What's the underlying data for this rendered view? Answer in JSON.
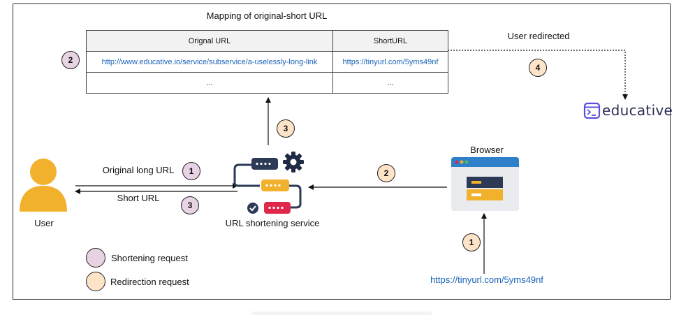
{
  "title": "Mapping of original-short URL",
  "table": {
    "headers": [
      "Orignal URL",
      "ShortURL"
    ],
    "rows": [
      [
        "http://www.educative.io/service/subservice/a-uselessly-long-link",
        "https://tinyurl.com/5yms49nf"
      ],
      [
        "...",
        "..."
      ]
    ]
  },
  "labels": {
    "user_redirected": "User redirected",
    "browser": "Browser",
    "original_long_url": "Original long URL",
    "short_url": "Short URL",
    "user": "User",
    "service": "URL shortening service",
    "browser_url": "https://tinyurl.com/5yms49nf",
    "logo_text": "educative"
  },
  "badges": {
    "table_row": "2",
    "user_redirected": "4",
    "service_to_table": "3",
    "browser_to_service": "2",
    "original_long_url": "1",
    "short_url": "3",
    "browser_url": "1"
  },
  "legend": [
    {
      "label": "Shortening request",
      "color": "#e8d3e4"
    },
    {
      "label": "Redirection request",
      "color": "#fde3c8"
    }
  ],
  "colors": {
    "shortening": "#e8d3e4",
    "redirection": "#fde3c8",
    "link": "#1a63b8",
    "user_icon": "#f2b12c",
    "server_dark": "#2c3a55",
    "server_orange": "#f2b12c",
    "server_red": "#e0264b",
    "gear": "#1f2b45",
    "browser_bar": "#2f80c9",
    "logo": "#5b50d6"
  }
}
